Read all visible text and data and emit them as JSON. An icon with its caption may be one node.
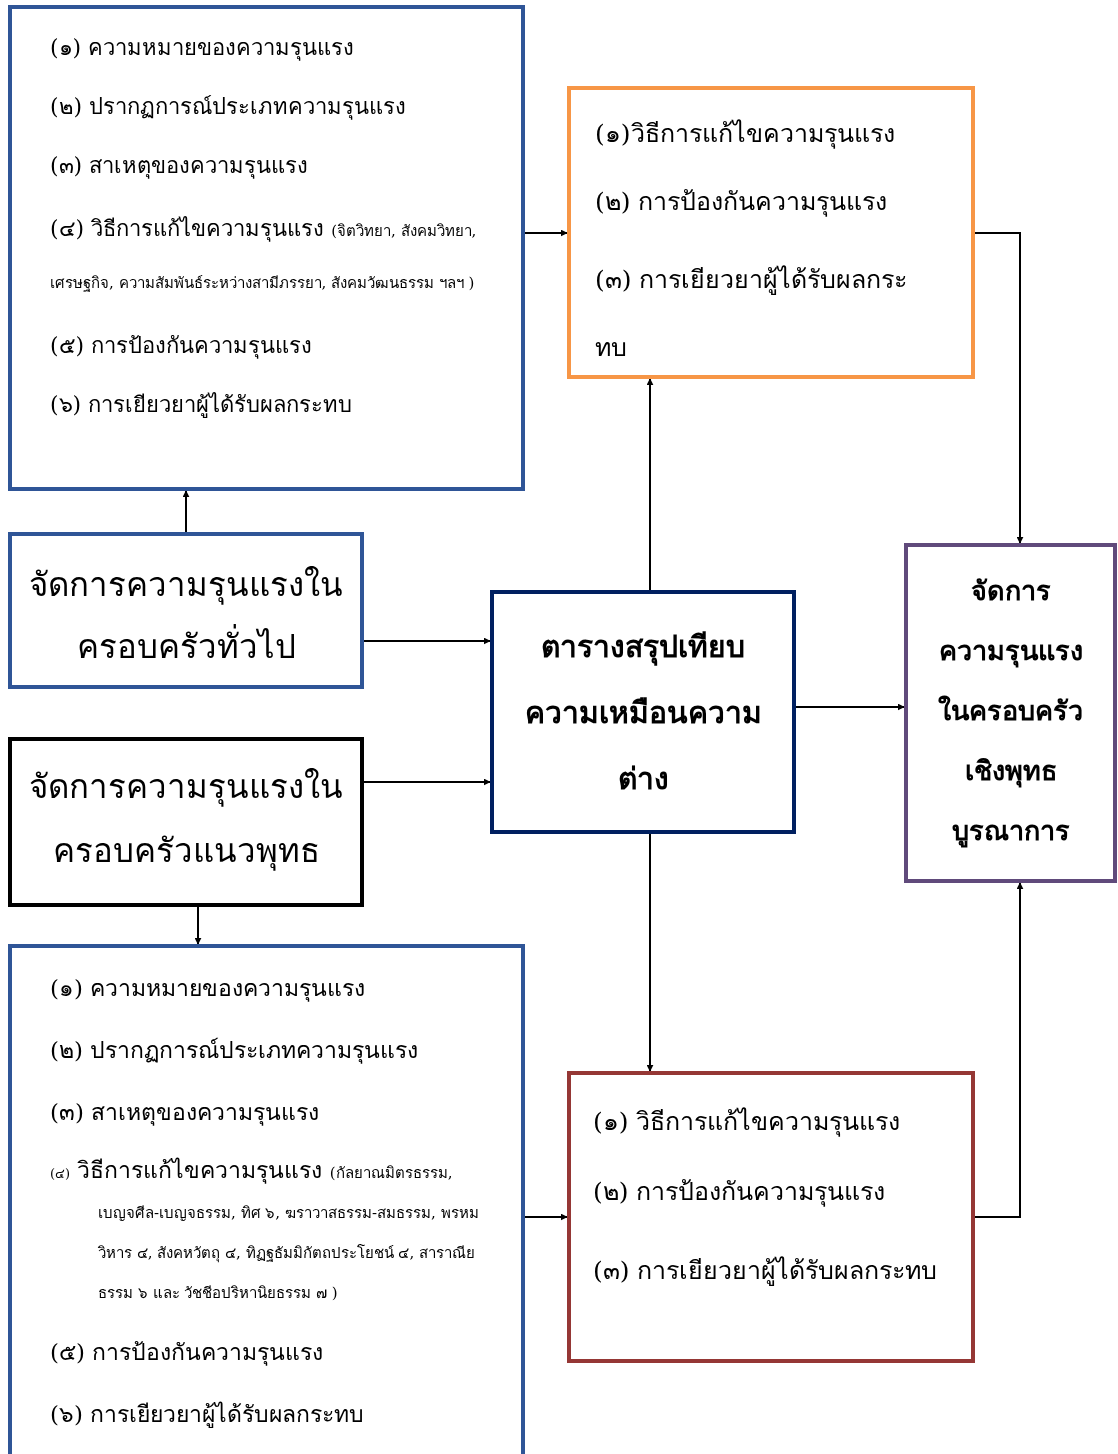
{
  "diagram": {
    "nodes": [
      {
        "text": [
          "(๑) ความหมายของความรุนแรง",
          "(๒) ปรากฏการณ์ประเภทความรุนแรง",
          "(๓) สาเหตุของความรุนแรง",
          "(๔) วิธีการแก้ไขความรุนแรง",
          "(จิตวิทยา, สังคมวิทยา, เศรษฐกิจ, ความสัมพันธ์ระหว่างสามีภรรยา, สังคมวัฒนธรรม ฯลฯ )",
          "(๕) การป้องกันความรุนแรง",
          "(๖) การเยียวยาผู้ได้รับผลกระทบ"
        ]
      },
      {
        "text": [
          "(๑)วิธีการแก้ไขความรุนแรง",
          "(๒) การป้องกันความรุนแรง",
          "(๓) การเยียวยาผู้ได้รับผลกระทบ"
        ]
      },
      {
        "text": [
          "จัดการความรุนแรงในครอบครัวทั่วไป"
        ]
      },
      {
        "text": [
          "ตารางสรุปเทียบความเหมือนความต่าง"
        ]
      },
      {
        "text": [
          "จัดการความรุนแรงในครอบครัวเชิงพุทธบูรณาการ"
        ]
      },
      {
        "text": [
          "จัดการความรุนแรงในครอบครัวแนวพุทธ"
        ]
      },
      {
        "text": [
          "(๑)  ความหมายของความรุนแรง",
          "(๒)  ปรากฏการณ์ประเภทความรุนแรง",
          "(๓)  สาเหตุของความรุนแรง",
          "(๔)",
          "วิธีการแก้ไขความรุนแรง",
          "(กัลยาณมิตรธรรม, เบญจศีล-เบญจธรรม, ทิศ ๖, ฆราวาสธรรม-สมธรรม, พรหมวิหาร ๔, สังคหวัตถุ ๔, ทิฏฐธัมมิกัตถประโยชน์ ๔, สาราณียธรรม ๖ และ วัชชีอปริหานิยธรรม ๗ )",
          "(๕)  การป้องกันความรุนแรง",
          "(๖)  การเยียวยาผู้ได้รับผลกระทบ"
        ]
      },
      {
        "text": [
          "(๑) วิธีการแก้ไขความรุนแรง",
          "(๒)  การป้องกันความรุนแรง",
          "(๓) การเยียวยาผู้ได้รับผลกระทบ"
        ]
      }
    ],
    "edges": [
      {
        "from": 2,
        "to": 0,
        "arrow": "to"
      },
      {
        "from": 0,
        "to": 1,
        "arrow": "to"
      },
      {
        "from": 2,
        "to": 3,
        "arrow": "to"
      },
      {
        "from": 5,
        "to": 3,
        "arrow": "to"
      },
      {
        "from": 5,
        "to": 6,
        "arrow": "to"
      },
      {
        "from": 3,
        "to": 1,
        "arrow": "to"
      },
      {
        "from": 3,
        "to": 7,
        "arrow": "to"
      },
      {
        "from": 3,
        "to": 4,
        "arrow": "to"
      },
      {
        "from": 1,
        "to": 4,
        "arrow": "to"
      },
      {
        "from": 6,
        "to": 7,
        "arrow": "to"
      },
      {
        "from": 7,
        "to": 4,
        "arrow": "to"
      }
    ]
  }
}
